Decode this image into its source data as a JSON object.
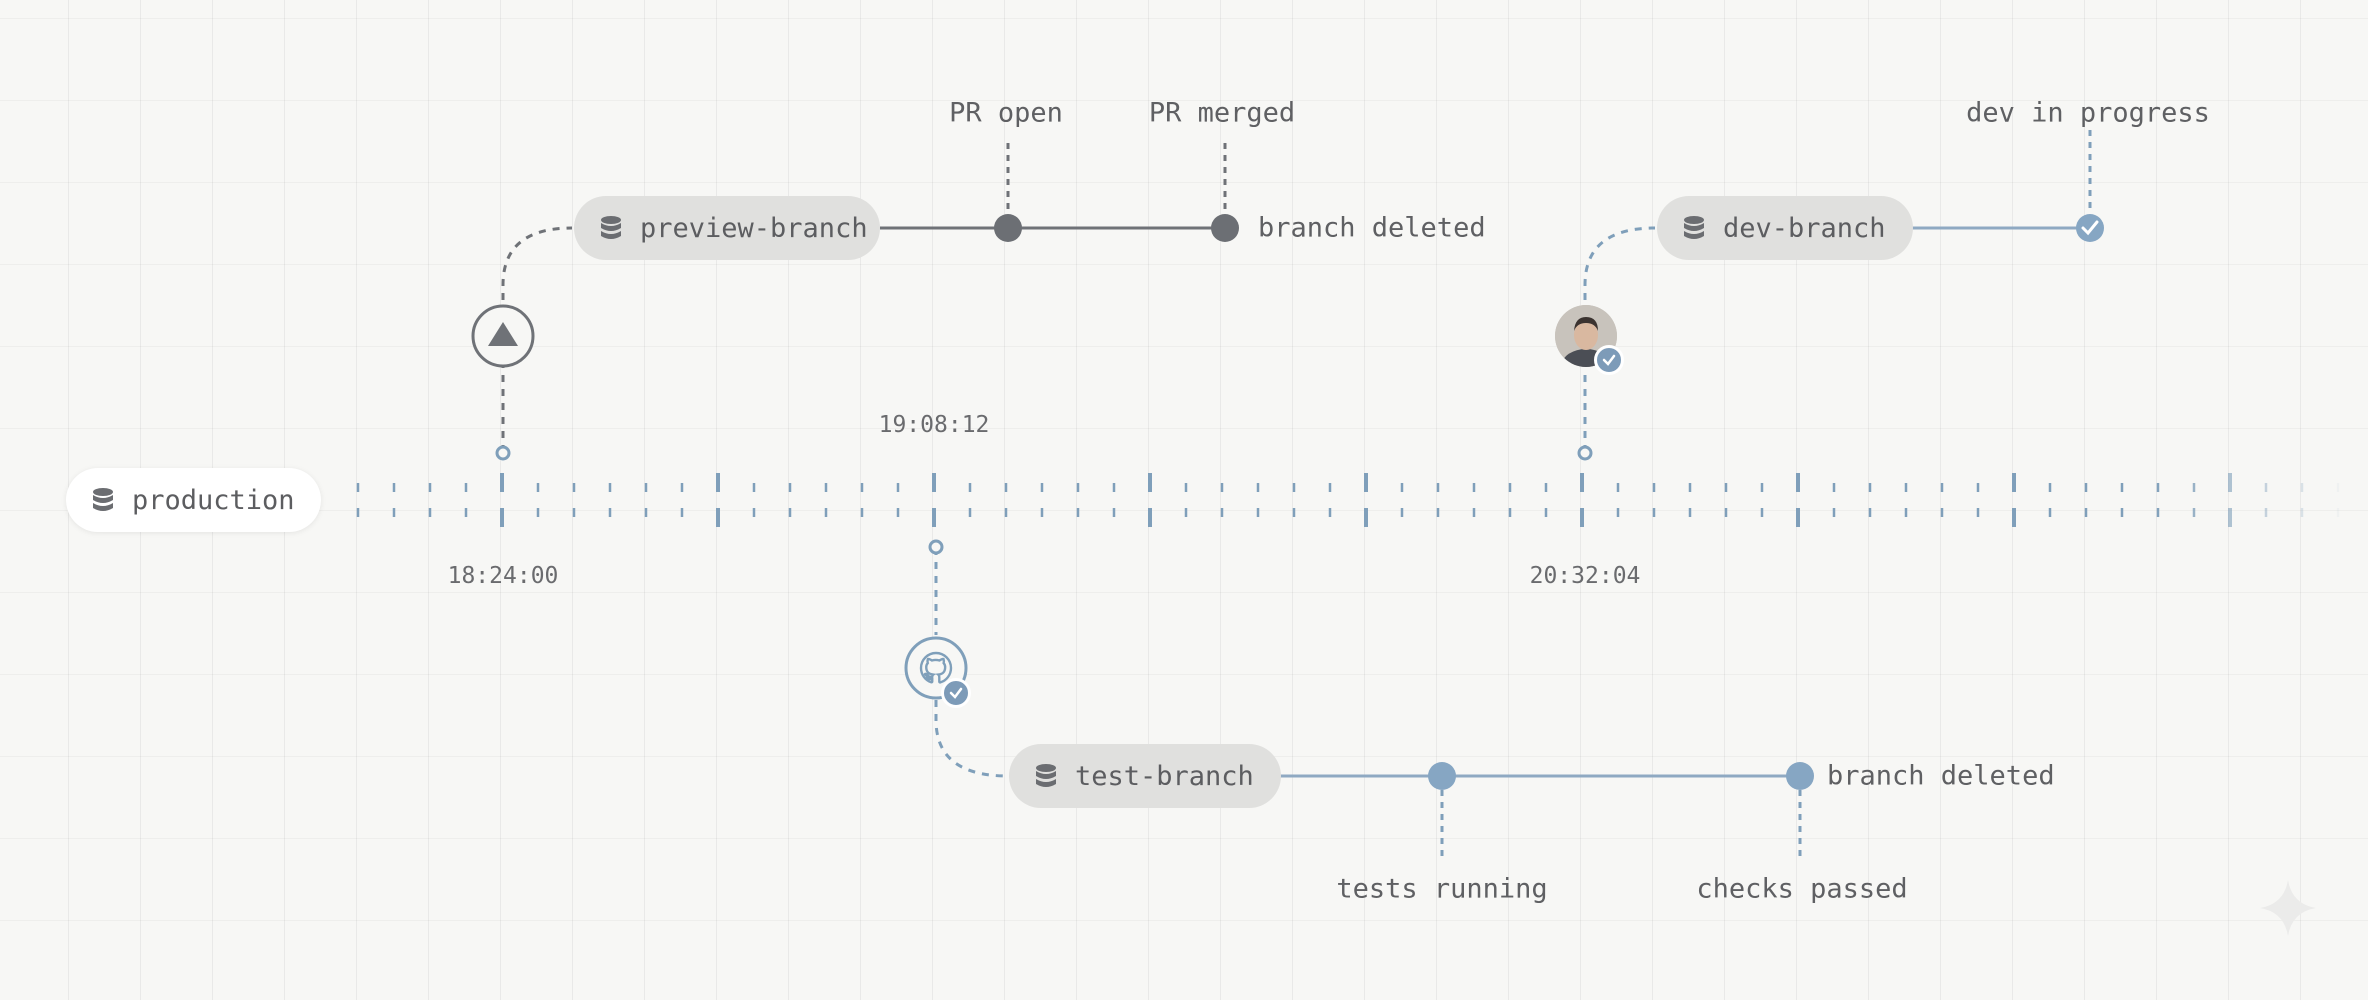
{
  "production": {
    "label": "production"
  },
  "time_labels": {
    "t1": "18:24:00",
    "t2": "19:08:12",
    "t3": "20:32:04"
  },
  "preview": {
    "label": "preview-branch",
    "events": {
      "pr_open": "PR open",
      "pr_merged": "PR merged",
      "deleted": "branch deleted"
    }
  },
  "dev": {
    "label": "dev-branch",
    "events": {
      "in_progress": "dev in progress"
    }
  },
  "test": {
    "label": "test-branch",
    "events": {
      "tests_running": "tests running",
      "checks_passed": "checks passed",
      "deleted": "branch deleted"
    }
  },
  "icons": {
    "deploy": "triangle-deploy-icon",
    "github": "github-icon",
    "avatar": "user-avatar",
    "database": "database-icon",
    "check": "check-badge-icon"
  },
  "colors": {
    "timeline": "#7f9fba",
    "grey_line": "#6f7277",
    "blue_node": "#86a6c3",
    "grey_node": "#6c6f74",
    "pill_grey": "#e0e0de"
  }
}
